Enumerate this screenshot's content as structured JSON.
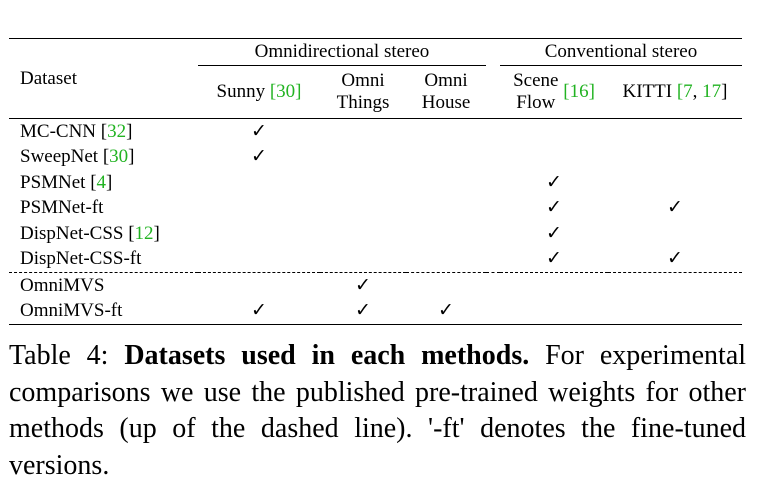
{
  "table": {
    "dataset_header": "Dataset",
    "groups": {
      "omni": "Omnidirectional stereo",
      "conv": "Conventional stereo"
    },
    "columns": {
      "sunny": {
        "name": "Sunny",
        "cite": "30"
      },
      "omni_things": {
        "line1": "Omni",
        "line2": "Things"
      },
      "omni_house": {
        "line1": "Omni",
        "line2": "House"
      },
      "scene_flow": {
        "line1": "Scene",
        "line2": "Flow",
        "cite": "16"
      },
      "kitti": {
        "name": "KITTI",
        "cite_a": "7",
        "cite_sep": ", ",
        "cite_b": "17"
      }
    },
    "check": "✓",
    "rows": [
      {
        "name": "MC-CNN",
        "cite": "32"
      },
      {
        "name": "SweepNet",
        "cite": "30"
      },
      {
        "name": "PSMNet",
        "cite": "4"
      },
      {
        "name": "PSMNet-ft",
        "cite": ""
      },
      {
        "name": "DispNet-CSS",
        "cite": "12"
      },
      {
        "name": "DispNet-CSS-ft",
        "cite": ""
      },
      {
        "name": "OmniMVS",
        "cite": ""
      },
      {
        "name": "OmniMVS-ft",
        "cite": ""
      }
    ]
  },
  "caption": {
    "label": "Table 4:",
    "title": "Datasets used in each methods.",
    "body": "For experimental comparisons we use the published pre-trained weights for other methods (up of the dashed line). '-ft' denotes the fine-tuned versions."
  }
}
